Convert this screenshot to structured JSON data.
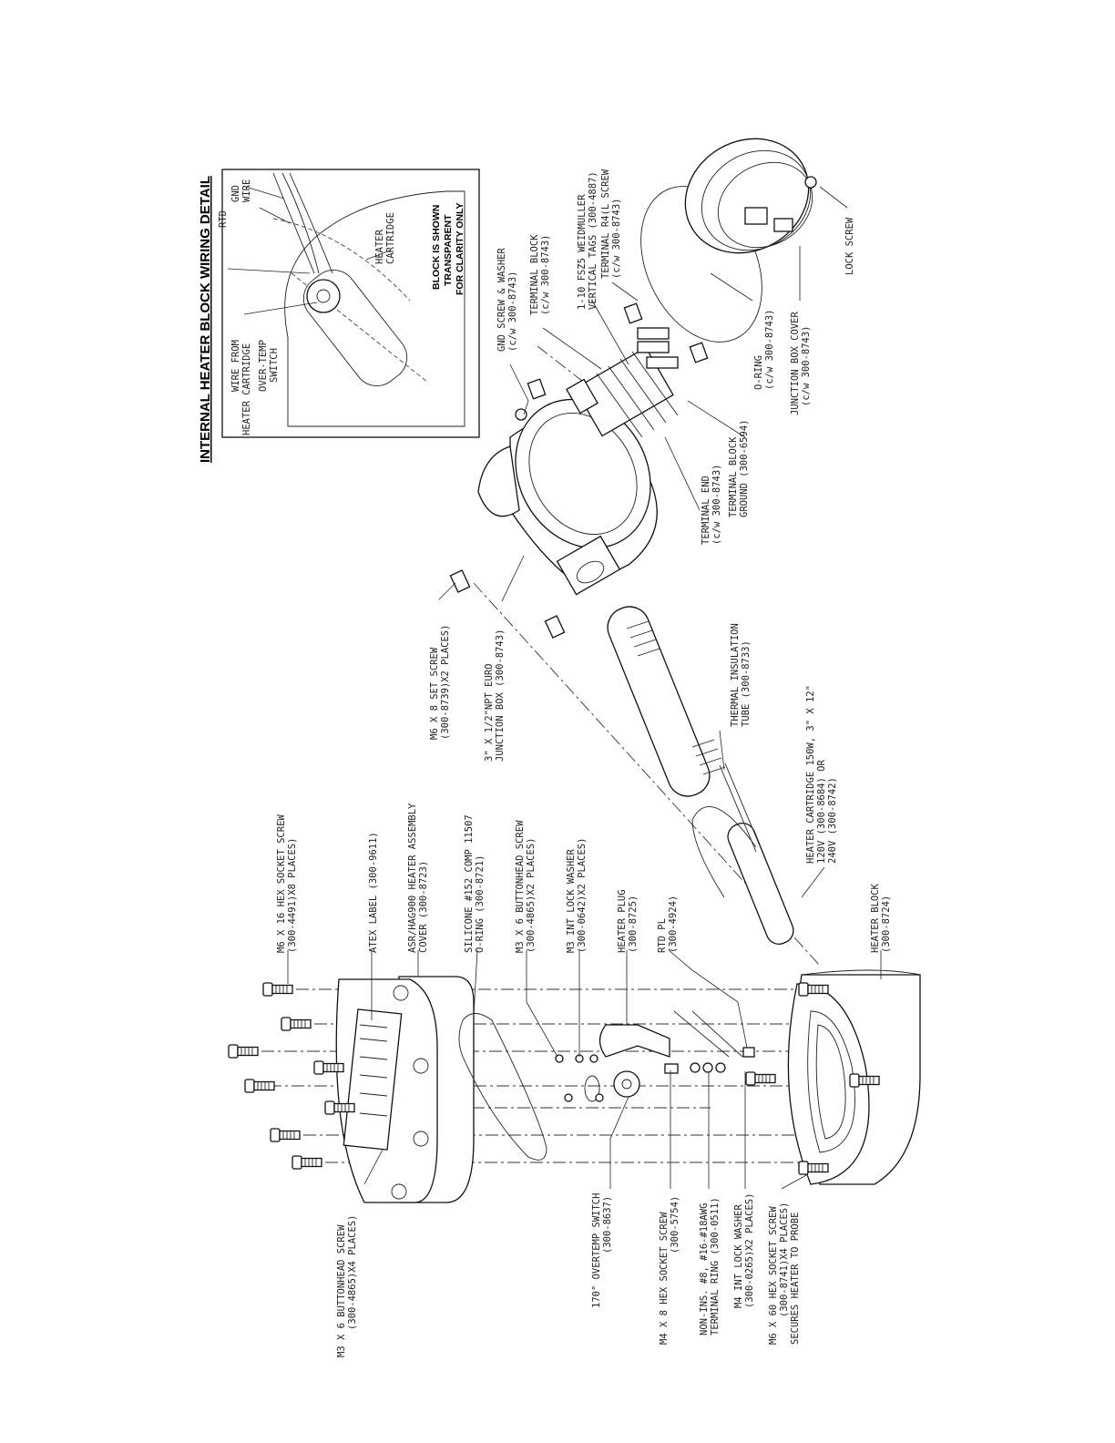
{
  "detail": {
    "title": "INTERNAL HEATER BLOCK WIRING DETAIL",
    "note_lines": [
      "BLOCK IS SHOWN",
      "TRANSPARENT",
      "FOR CLARITY ONLY"
    ],
    "labels": {
      "rtd": "RTD",
      "gnd_wire": [
        "GND",
        "WIRE"
      ],
      "heater_cartridge": [
        "HEATER",
        "CARTRIDGE"
      ],
      "wire_from": [
        "WIRE FROM",
        "HEATER CARTRIDGE"
      ],
      "over_temp": [
        "OVER-TEMP",
        "SWITCH"
      ]
    }
  },
  "callouts": [
    {
      "id": "m6x16",
      "lines": [
        "M6 X 16 HEX SOCKET SCREW",
        "(300-4491)X8 PLACES)"
      ]
    },
    {
      "id": "atex",
      "lines": [
        "ATEX LABEL (300-9611)"
      ]
    },
    {
      "id": "cover",
      "lines": [
        "ASR/HAG900 HEATER ASSEMBLY",
        "COVER (300-8723)"
      ]
    },
    {
      "id": "oring1",
      "lines": [
        "SILICONE #152 COMP 11507",
        "O-RING (300-8721)"
      ]
    },
    {
      "id": "m3x6",
      "lines": [
        "M3 X 6 BUTTONHEAD SCREW",
        "(300-4865)X2 PLACES)"
      ]
    },
    {
      "id": "m3lock",
      "lines": [
        "M3 INT LOCK WASHER",
        "(300-0642)X2 PLACES)"
      ]
    },
    {
      "id": "plug",
      "lines": [
        "HEATER PLUG",
        "(300-8725)"
      ]
    },
    {
      "id": "rtdpl",
      "lines": [
        "RTD PL",
        "(300-4924)"
      ]
    },
    {
      "id": "hblock",
      "lines": [
        "HEATER BLOCK",
        "(300-8724)"
      ]
    },
    {
      "id": "cart",
      "lines": [
        "HEATER CARTRIDGE 150W, 3\" X 12\"",
        "120V (300-8684) OR",
        "240V (300-8742)"
      ]
    },
    {
      "id": "tube",
      "lines": [
        "THERMAL INSULATION",
        "TUBE (300-8733)"
      ]
    },
    {
      "id": "jbox",
      "lines": [
        "3\" X 1/2\"NPT EURO",
        "JUNCTION BOX (300-8743)"
      ]
    },
    {
      "id": "setscrew",
      "lines": [
        "M6 X 8 SET SCREW",
        "(300-8739)X2 PLACES)"
      ]
    },
    {
      "id": "tend",
      "lines": [
        "TERMINAL END",
        "(c/w 300-8743)"
      ]
    },
    {
      "id": "tgnd",
      "lines": [
        "TERMINAL BLOCK",
        "GROUND (300-6594)"
      ]
    },
    {
      "id": "oring2",
      "lines": [
        "O-RING",
        "(c/w 300-8743)"
      ]
    },
    {
      "id": "jcover",
      "lines": [
        "JUNCTION BOX COVER",
        "(c/w 300-8743)"
      ]
    },
    {
      "id": "lockscrew",
      "lines": [
        "LOCK SCREW"
      ]
    },
    {
      "id": "r4l",
      "lines": [
        "TERMINAL R4(L SCREW",
        "(c/w 300-8743)"
      ]
    },
    {
      "id": "weid",
      "lines": [
        "1-10 FSZ5 WEIDMULLER",
        "VERTICAL TAGS (300-4887)"
      ]
    },
    {
      "id": "tblock",
      "lines": [
        "TERMINAL BLOCK",
        "(c/w 300-8743)"
      ]
    },
    {
      "id": "gndscrew",
      "lines": [
        "GND SCREW & WASHER",
        "(c/w 300-8743)"
      ]
    },
    {
      "id": "m3btn",
      "lines": [
        "M3 X 6 BUTTONHEAD SCREW",
        "(300-4865)X4 PLACES)"
      ]
    },
    {
      "id": "ovt",
      "lines": [
        "170° OVERTEMP SWITCH",
        "(300-8637)"
      ]
    },
    {
      "id": "m4x8",
      "lines": [
        "M4 X 8 HEX SOCKET SCREW",
        "(300-5754)"
      ]
    },
    {
      "id": "ring",
      "lines": [
        "NON-INS. #8, #16-#18AWG",
        "TERMINAL RING (300-0511)"
      ]
    },
    {
      "id": "m4lock",
      "lines": [
        "M4 INT LOCK WASHER",
        "(300-0265)X2 PLACES)"
      ]
    },
    {
      "id": "m6x60",
      "lines": [
        "M6 X 60 HEX SOCKET SCREW",
        "(300-8741)X4 PLACES)",
        "SECURES HEATER TO PROBE"
      ]
    }
  ]
}
